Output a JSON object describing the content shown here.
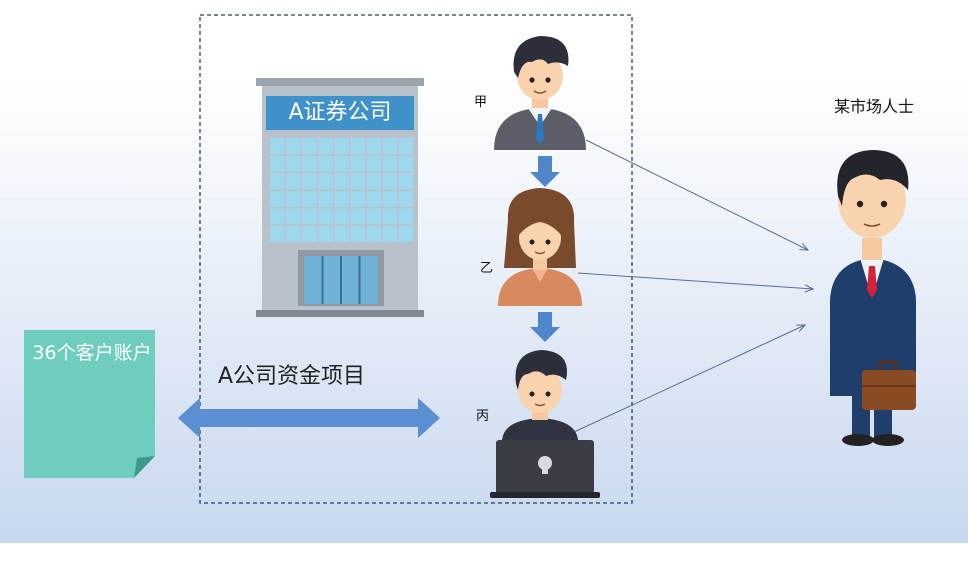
{
  "company": {
    "name": "A证券公司"
  },
  "accounts": {
    "label": "36个客户账户"
  },
  "project": {
    "label": "A公司资金项目"
  },
  "people": [
    {
      "tag": "甲"
    },
    {
      "tag": "乙"
    },
    {
      "tag": "丙"
    }
  ],
  "market_person": {
    "label": "某市场人士"
  },
  "colors": {
    "building_blue": "#3f91c9",
    "window_cyan": "#9ed8ee",
    "arrow_blue": "#5b8fd1",
    "note_teal": "#6fcdbd",
    "suit_navy": "#1f3e6b",
    "briefcase_brown": "#8a4a24"
  },
  "icons": [
    "building-icon",
    "document-icon",
    "double-arrow-icon",
    "person-icon",
    "laptop-icon",
    "briefcase-icon"
  ]
}
